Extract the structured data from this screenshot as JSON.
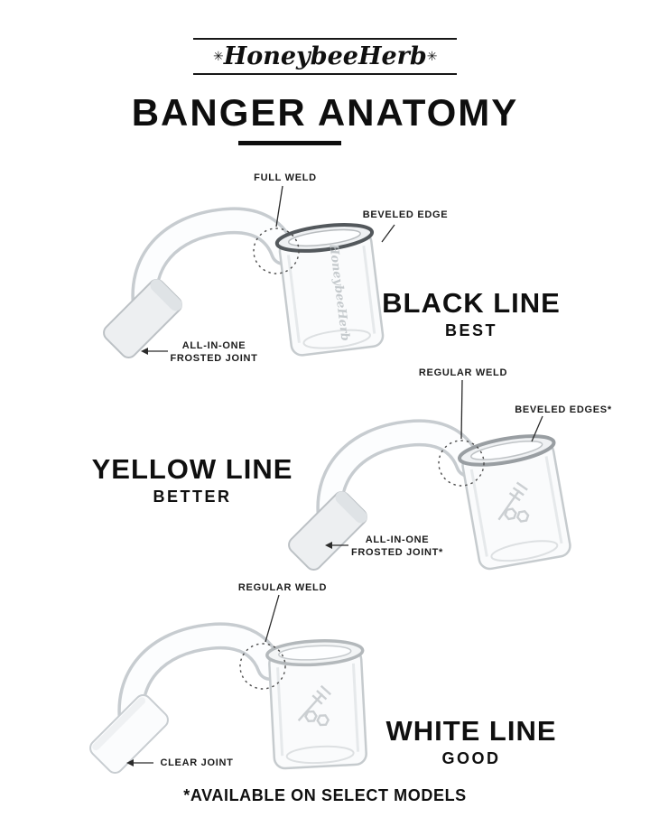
{
  "brand": {
    "logo_text": "HoneybeeHerb",
    "decor_symbol": "✳"
  },
  "header": {
    "title": "BANGER ANATOMY"
  },
  "sections": {
    "black": {
      "name": "BLACK LINE",
      "grade": "BEST"
    },
    "yellow": {
      "name": "YELLOW LINE",
      "grade": "BETTER"
    },
    "white": {
      "name": "WHITE LINE",
      "grade": "GOOD"
    }
  },
  "callouts": {
    "full_weld": "FULL WELD",
    "beveled_edge": "BEVELED EDGE",
    "all_in_one": "ALL-IN-ONE",
    "frosted_joint": "FROSTED JOINT",
    "regular_weld": "REGULAR WELD",
    "beveled_edges_select": "BEVELED EDGES*",
    "frosted_joint_select": "FROSTED JOINT*",
    "clear_joint": "CLEAR JOINT"
  },
  "footer": {
    "note": "*AVAILABLE ON SELECT MODELS"
  },
  "colors": {
    "ink": "#131313",
    "glass_outline": "#c6cbce",
    "black_line_rim": "#53585c",
    "yellow_line_rim": "#999ea2",
    "white_line_rim": "#b3b8bb"
  }
}
